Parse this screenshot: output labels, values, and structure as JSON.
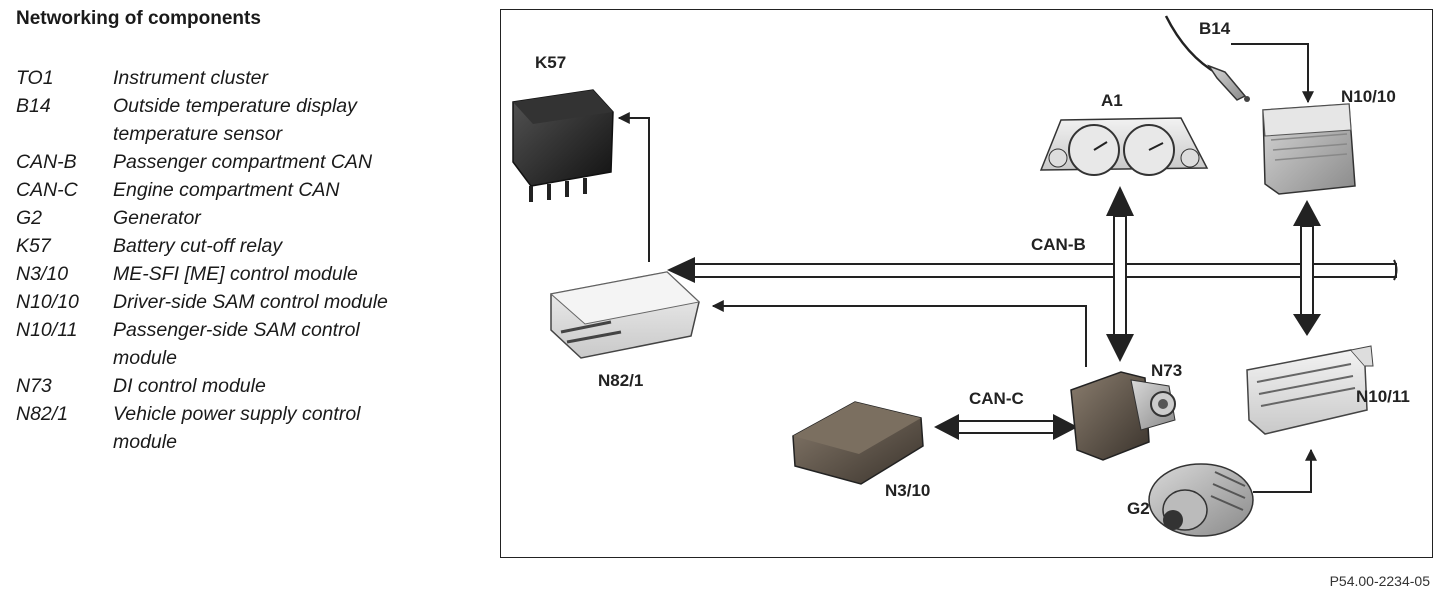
{
  "title": "Networking of components",
  "legend": [
    {
      "code": "TO1",
      "desc": [
        "Instrument cluster"
      ]
    },
    {
      "code": "B14",
      "desc": [
        "Outside temperature display",
        "temperature sensor"
      ]
    },
    {
      "code": "CAN-B",
      "desc": [
        "Passenger compartment CAN"
      ]
    },
    {
      "code": "CAN-C",
      "desc": [
        "Engine compartment CAN"
      ]
    },
    {
      "code": "G2",
      "desc": [
        "Generator"
      ]
    },
    {
      "code": "K57",
      "desc": [
        "Battery cut-off relay"
      ]
    },
    {
      "code": "N3/10",
      "desc": [
        "ME-SFI [ME] control module"
      ]
    },
    {
      "code": "N10/10",
      "desc": [
        "Driver-side SAM control module"
      ]
    },
    {
      "code": "N10/11",
      "desc": [
        "Passenger-side SAM control",
        "module"
      ]
    },
    {
      "code": "N73",
      "desc": [
        "DI control module"
      ]
    },
    {
      "code": "N82/1",
      "desc": [
        "Vehicle power supply control",
        "module"
      ]
    }
  ],
  "diagram": {
    "labels": {
      "k57": "K57",
      "b14": "B14",
      "a1": "A1",
      "n10_10": "N10/10",
      "can_b": "CAN-B",
      "n82_1": "N82/1",
      "n73": "N73",
      "n10_11": "N10/11",
      "can_c": "CAN-C",
      "n3_10": "N3/10",
      "g2": "G2"
    }
  },
  "reference": "P54.00-2234-05"
}
